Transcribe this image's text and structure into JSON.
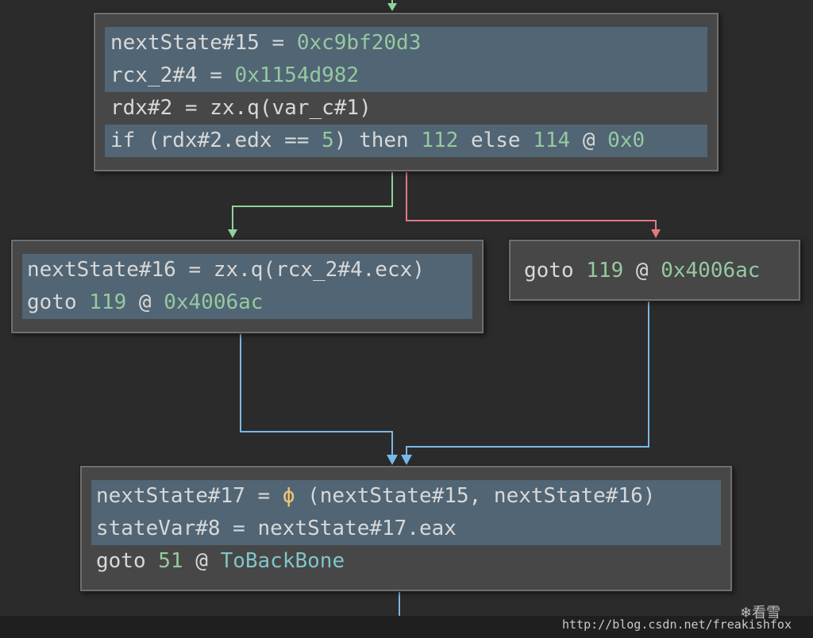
{
  "colors": {
    "background": "#2b2b2b",
    "block_fill": "#474747",
    "highlight": "#516574",
    "edge_true": "#8fd39a",
    "edge_false": "#e07a80",
    "edge_unconditional": "#7ab8e8",
    "number": "#95c9a0",
    "symbol": "#7fc5c9"
  },
  "blocks": {
    "top": {
      "lines": [
        {
          "a": "nextState#15 = ",
          "b": "0xc9bf20d3"
        },
        {
          "a": "rcx_2#4 = ",
          "b": "0x1154d982"
        },
        {
          "a": "rdx#2 = zx.q(var_c#1)"
        },
        {
          "a": "if (rdx#2.edx == ",
          "b": "5",
          "c": ") then ",
          "d": "112",
          "e": " else ",
          "f": "114",
          "g": " @ ",
          "h": "0x0"
        }
      ]
    },
    "left": {
      "lines": [
        {
          "a": "nextState#16 = zx.q(rcx_2#4.ecx)"
        },
        {
          "a": "goto ",
          "b": "119",
          "c": " @ ",
          "d": "0x4006ac"
        }
      ]
    },
    "right": {
      "lines": [
        {
          "a": "goto ",
          "b": "119",
          "c": " @ ",
          "d": "0x4006ac"
        }
      ]
    },
    "bottom": {
      "lines": [
        {
          "a": "nextState#17 = ",
          "b": "ϕ",
          "c": " (nextState#15, nextState#16)"
        },
        {
          "a": "stateVar#8 = nextState#17.eax"
        },
        {
          "a": "goto ",
          "b": "51",
          "c": " @ ",
          "d": "ToBackBone"
        }
      ]
    }
  },
  "watermark": {
    "url": "http://blog.csdn.net/freakishfox",
    "logo": "❄看雪"
  }
}
